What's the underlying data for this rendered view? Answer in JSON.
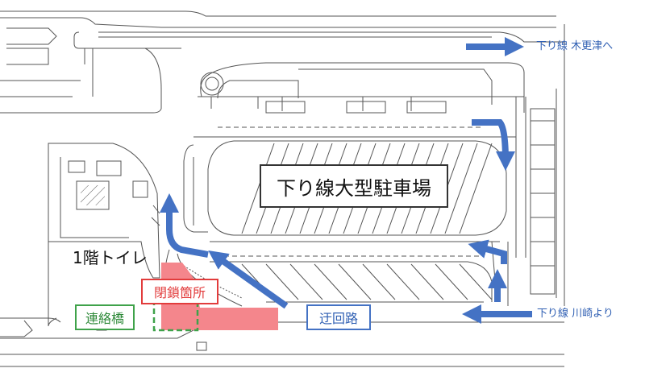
{
  "title_box": "下り線大型駐車場",
  "toilet_label": "1階トイレ",
  "closed_label": "閉鎖箇所",
  "bridge_label": "連絡橋",
  "detour_label": "迂回路",
  "to_kisarazu": "下り線 木更津へ",
  "from_kawasaki": "下り線 川崎より",
  "colors": {
    "detour_arrow": "#4472c4",
    "closed_area": "#f4868c",
    "bridge_frame": "#3fa24a",
    "line": "#555555"
  }
}
